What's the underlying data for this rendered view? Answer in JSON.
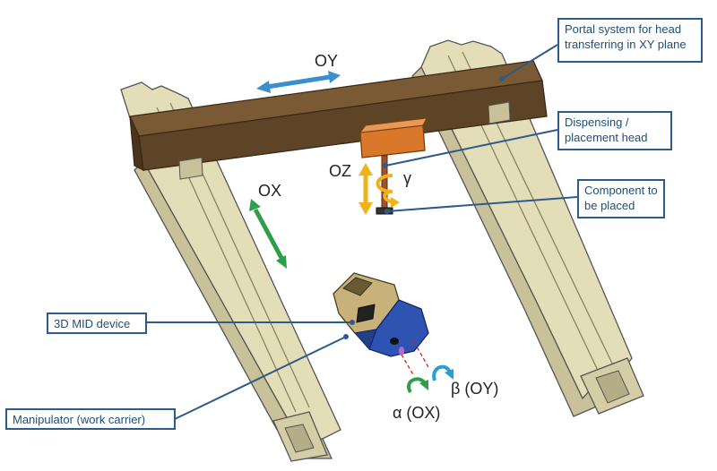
{
  "callouts": {
    "portal": "Portal system for head transferring in XY plane",
    "head": "Dispensing / placement head",
    "component": "Component to be placed",
    "mid": "3D MID device",
    "manipulator": "Manipulator (work carrier)"
  },
  "axes": {
    "oy": "OY",
    "ox": "OX",
    "oz": "OZ",
    "gamma": "γ",
    "alpha": "α (OX)",
    "beta": "β (OY)"
  },
  "colors": {
    "rail": "#d8d2ab",
    "beam": "#6b4f2e",
    "head": "#d9782a",
    "device": "#2f53b0",
    "callout": "#2e5b8a",
    "oy_arrow": "#3a8fd0",
    "ox_arrow": "#2e9e4a",
    "oz_arrow": "#f0b21a"
  }
}
